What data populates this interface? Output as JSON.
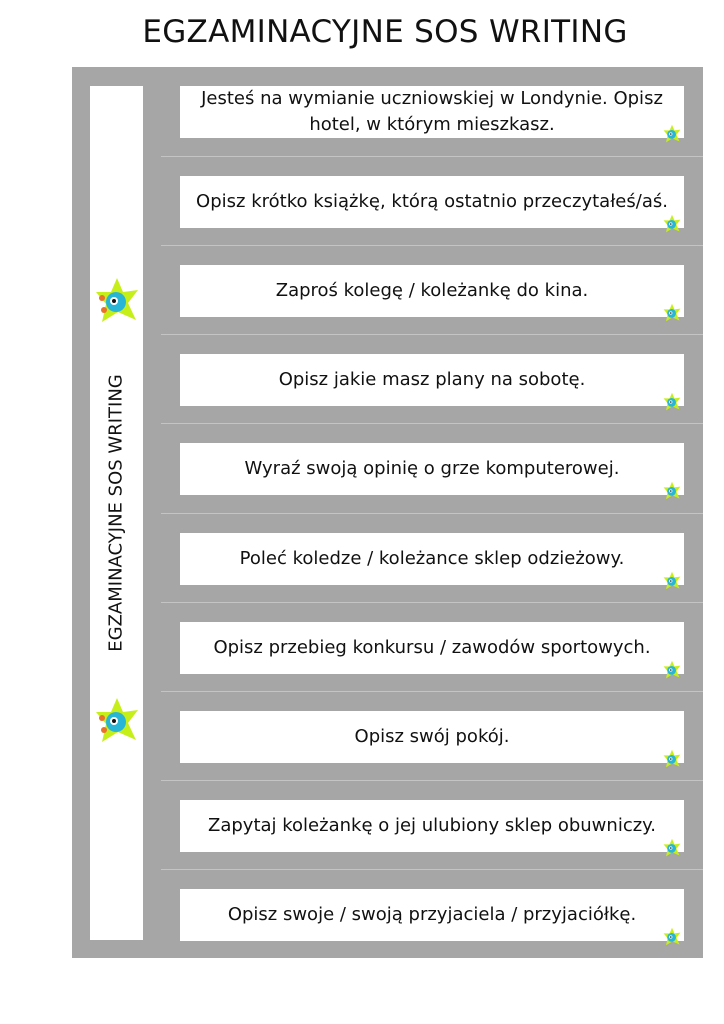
{
  "title": "EGZAMINACYJNE SOS WRITING",
  "side_label": "EGZAMINACYJNE SOS WRITING",
  "colors": {
    "frame": "#a6a6a6",
    "logo_star": "#c6ef1a",
    "logo_monster": "#29b6d6"
  },
  "logo_icon": "monster-star-logo",
  "tasks": [
    "Jesteś na wymianie uczniowskiej w Londynie. Opisz hotel, w którym mieszkasz.",
    "Opisz krótko książkę, którą ostatnio przeczytałeś/aś.",
    "Zaproś kolegę / koleżankę do kina.",
    "Opisz jakie masz plany na sobotę.",
    "Wyraź swoją opinię o grze komputerowej.",
    "Poleć koledze / koleżance sklep odzieżowy.",
    "Opisz przebieg konkursu / zawodów sportowych.",
    "Opisz swój pokój.",
    "Zapytaj koleżankę o jej ulubiony sklep obuwniczy.",
    "Opisz swoje / swoją przyjaciela / przyjaciółkę."
  ]
}
